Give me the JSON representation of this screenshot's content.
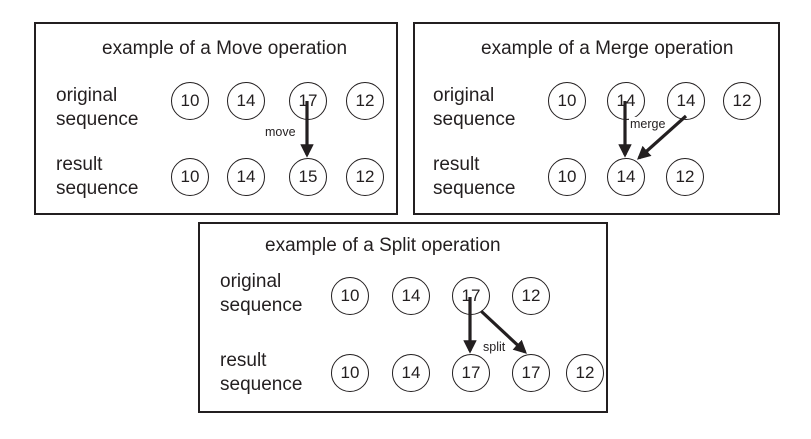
{
  "labels": {
    "original_line1": "original",
    "original_line2": "sequence",
    "result_line1": "result",
    "result_line2": "sequence"
  },
  "move": {
    "title": "example of a Move operation",
    "original": [
      "10",
      "14",
      "17",
      "12"
    ],
    "result": [
      "10",
      "14",
      "15",
      "12"
    ],
    "op": "move"
  },
  "merge": {
    "title": "example of a Merge operation",
    "original": [
      "10",
      "14",
      "14",
      "12"
    ],
    "result": [
      "10",
      "14",
      "12"
    ],
    "op": "merge"
  },
  "split": {
    "title": "example of a Split operation",
    "original": [
      "10",
      "14",
      "17",
      "12"
    ],
    "result": [
      "10",
      "14",
      "17",
      "17",
      "12"
    ],
    "op": "split"
  }
}
